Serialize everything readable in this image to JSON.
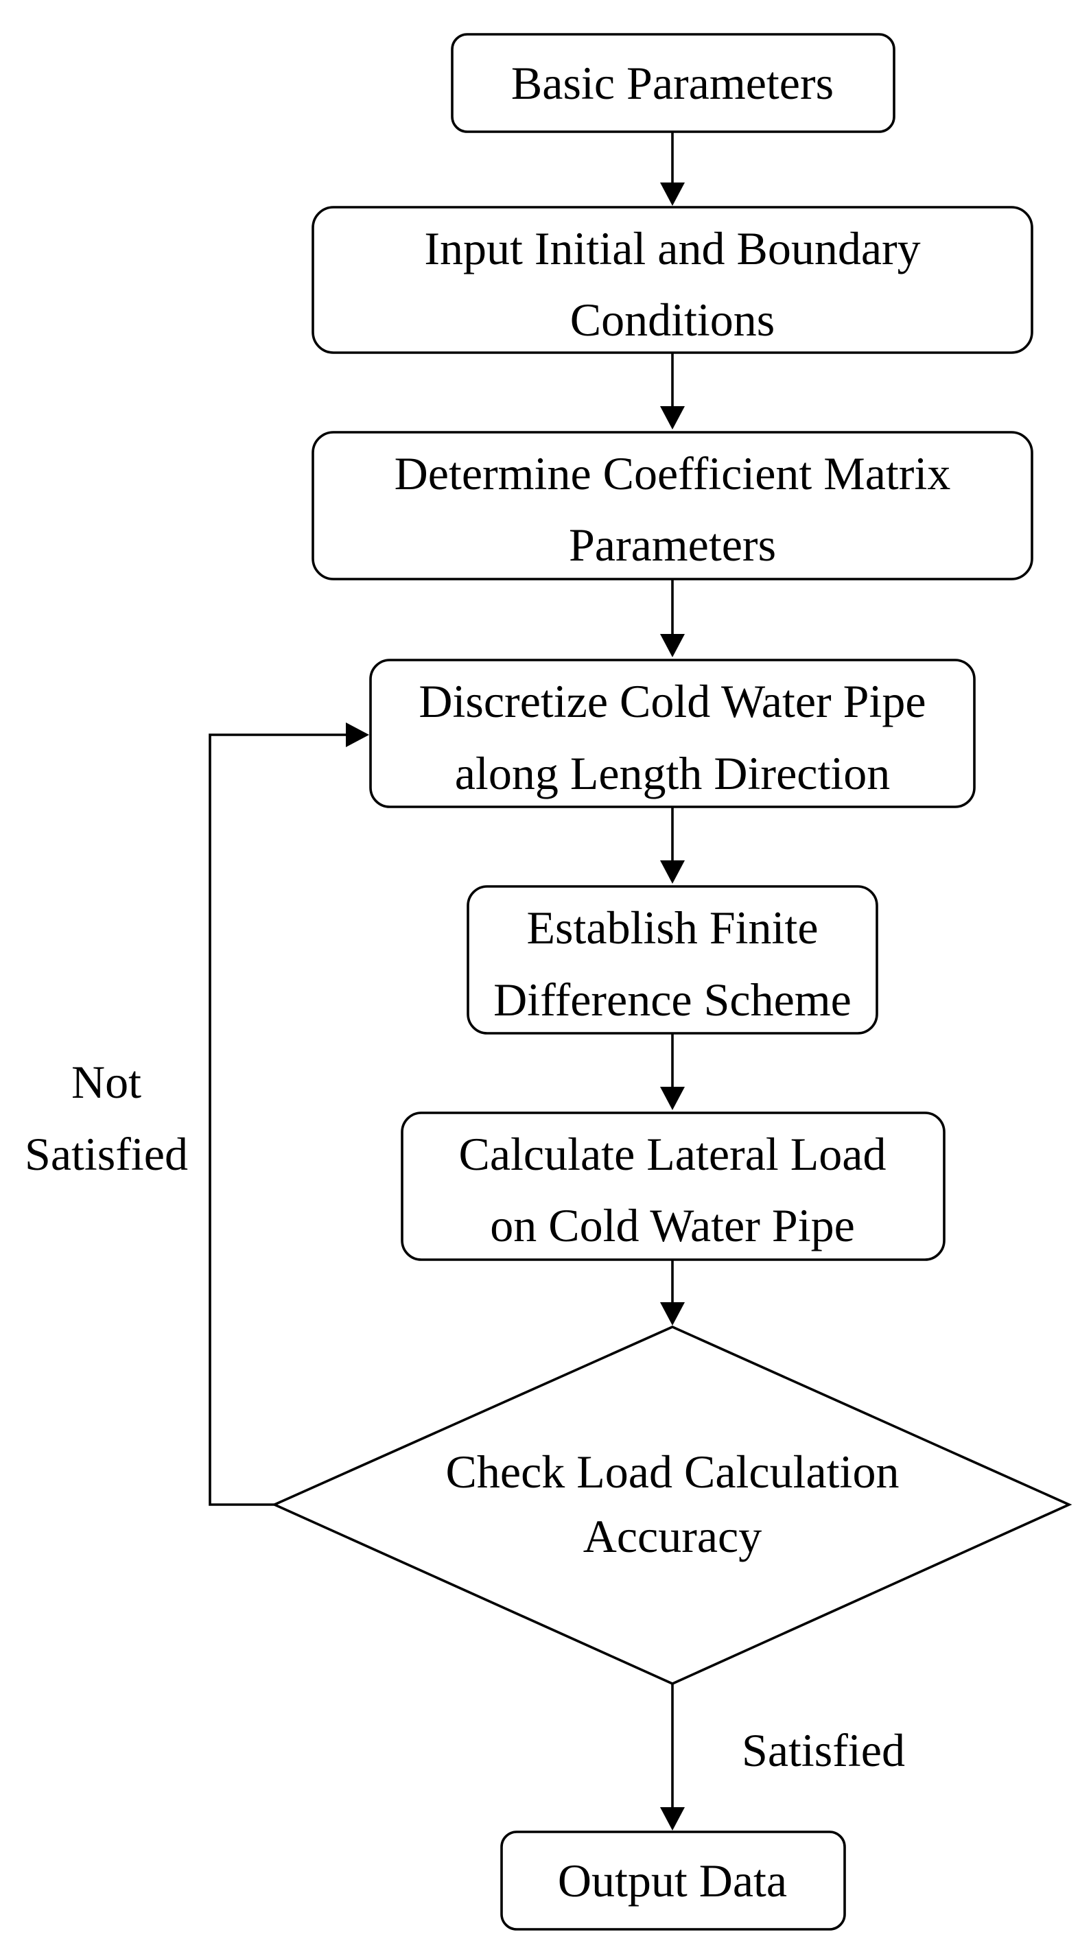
{
  "diagram": {
    "nodes": [
      {
        "id": "basic",
        "shape": "rounded-rect",
        "lines": [
          "Basic Parameters"
        ]
      },
      {
        "id": "input",
        "shape": "rounded-rect",
        "lines": [
          "Input Initial and Boundary",
          "Conditions"
        ]
      },
      {
        "id": "matrix",
        "shape": "rounded-rect",
        "lines": [
          "Determine Coefficient Matrix",
          "Parameters"
        ]
      },
      {
        "id": "discretize",
        "shape": "rounded-rect",
        "lines": [
          "Discretize Cold Water Pipe",
          "along Length Direction"
        ]
      },
      {
        "id": "scheme",
        "shape": "rounded-rect",
        "lines": [
          "Establish Finite",
          "Difference Scheme"
        ]
      },
      {
        "id": "load",
        "shape": "rounded-rect",
        "lines": [
          "Calculate Lateral Load",
          "on Cold Water Pipe"
        ]
      },
      {
        "id": "check",
        "shape": "diamond",
        "lines": [
          "Check Load Calculation",
          "Accuracy"
        ]
      },
      {
        "id": "output",
        "shape": "rounded-rect",
        "lines": [
          "Output Data"
        ]
      }
    ],
    "edges": [
      {
        "from": "basic",
        "to": "input",
        "label": ""
      },
      {
        "from": "input",
        "to": "matrix",
        "label": ""
      },
      {
        "from": "matrix",
        "to": "discretize",
        "label": ""
      },
      {
        "from": "discretize",
        "to": "scheme",
        "label": ""
      },
      {
        "from": "scheme",
        "to": "load",
        "label": ""
      },
      {
        "from": "load",
        "to": "check",
        "label": ""
      },
      {
        "from": "check",
        "to": "output",
        "label": "Satisfied"
      },
      {
        "from": "check",
        "to": "discretize",
        "label": "Not Satisfied"
      }
    ],
    "edge_labels": {
      "satisfied": "Satisfied",
      "not_satisfied_line1": "Not",
      "not_satisfied_line2": "Satisfied"
    },
    "colors": {
      "stroke": "#000000",
      "fill": "#ffffff",
      "background": "#ffffff"
    }
  }
}
